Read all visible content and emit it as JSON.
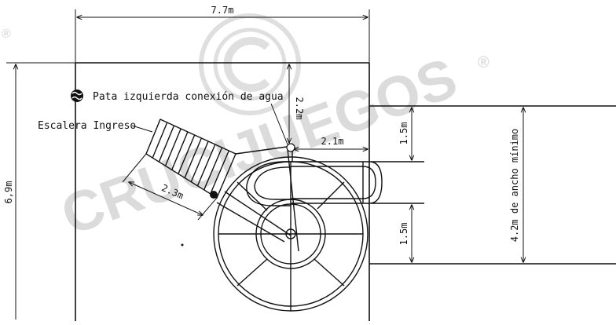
{
  "drawing": {
    "dimensions": {
      "overall_width": "7.7m",
      "overall_height": "6,9m",
      "top_offset": "2.2m",
      "right_offset": "2.1m",
      "upper_clearance": "1.5m",
      "lower_clearance": "1.5m",
      "stair_length": "2.3m",
      "min_width": "4.2m de ancho mínimo"
    },
    "labels": {
      "water_leg": "Pata izquierda conexión de agua",
      "stair_entry": "Escalera Ingreso"
    },
    "watermark": {
      "brand": "CRUCIJUEGOS",
      "registered": "®"
    },
    "icons": {
      "water_leg_marker": "water-wave-icon"
    }
  }
}
